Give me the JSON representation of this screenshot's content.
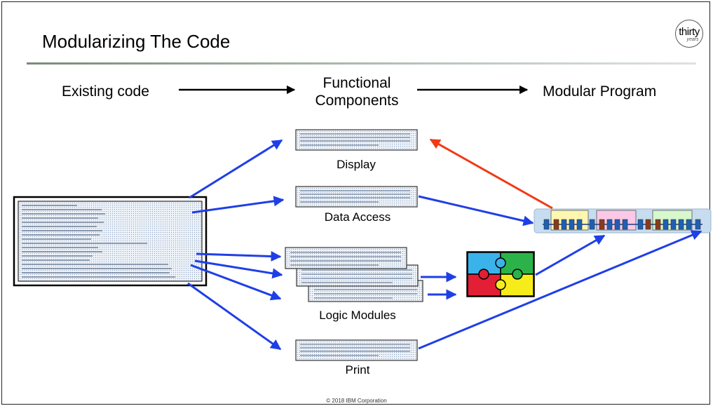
{
  "title": "Modularizing The Code",
  "logo": {
    "top": "thirty",
    "bottom": "years"
  },
  "stages": {
    "existing": "Existing code",
    "functional_line1": "Functional",
    "functional_line2": "Components",
    "modular": "Modular Program"
  },
  "components": {
    "display": "Display",
    "data_access": "Data Access",
    "logic": "Logic Modules",
    "print": "Print"
  },
  "copyright": "© 2018 IBM Corporation",
  "colors": {
    "arrow_blue": "#1f3fe6",
    "arrow_red": "#f03a17",
    "code_fill": "#dfe8f4",
    "program_bar": "#c7dcee"
  }
}
